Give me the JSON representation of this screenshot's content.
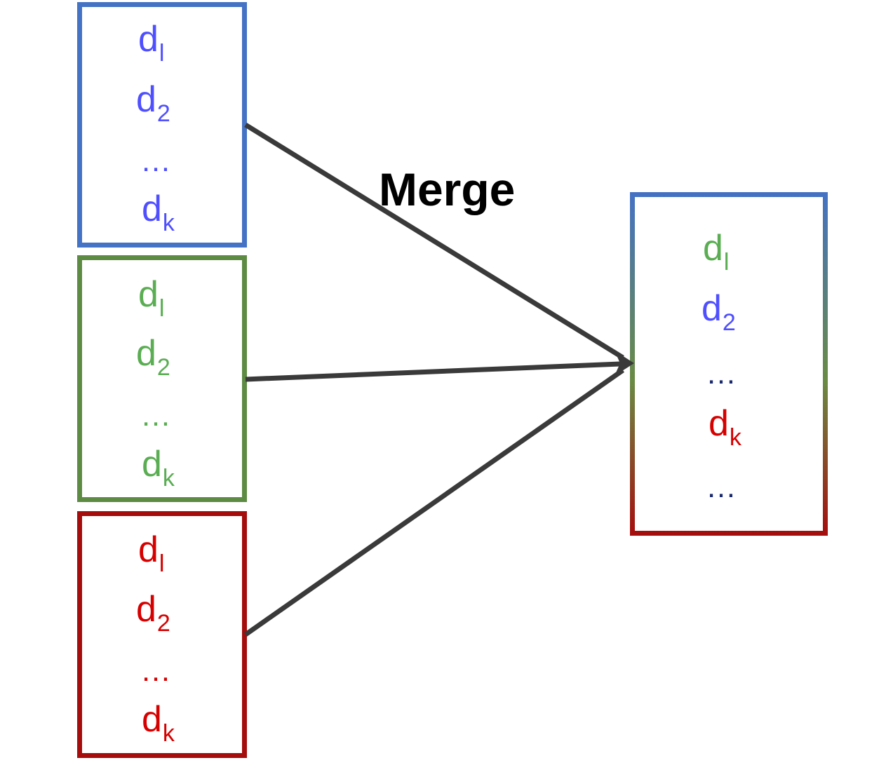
{
  "label": "Merge",
  "colors": {
    "blue": "#4f4fff",
    "green": "#5aad52",
    "red": "#d60000",
    "navy": "#1a2a6e",
    "blue_border": "#4472c4",
    "green_border": "#5e8b43",
    "red_border": "#a50d0d",
    "arrow": "#3a3a3a"
  },
  "source_lists": {
    "blue": {
      "items": [
        {
          "base": "d",
          "sub": "l"
        },
        {
          "base": "d",
          "sub": "2"
        },
        {
          "ellipsis": "…"
        },
        {
          "base": "d",
          "sub": "k"
        }
      ]
    },
    "green": {
      "items": [
        {
          "base": "d",
          "sub": "l"
        },
        {
          "base": "d",
          "sub": "2"
        },
        {
          "ellipsis": "…"
        },
        {
          "base": "d",
          "sub": "k"
        }
      ]
    },
    "red": {
      "items": [
        {
          "base": "d",
          "sub": "l"
        },
        {
          "base": "d",
          "sub": "2"
        },
        {
          "ellipsis": "…"
        },
        {
          "base": "d",
          "sub": "k"
        }
      ]
    }
  },
  "merged_list": {
    "items": [
      {
        "base": "d",
        "sub": "l"
      },
      {
        "base": "d",
        "sub": "2"
      },
      {
        "ellipsis": "…"
      },
      {
        "base": "d",
        "sub": "k"
      },
      {
        "ellipsis": "…"
      }
    ]
  }
}
